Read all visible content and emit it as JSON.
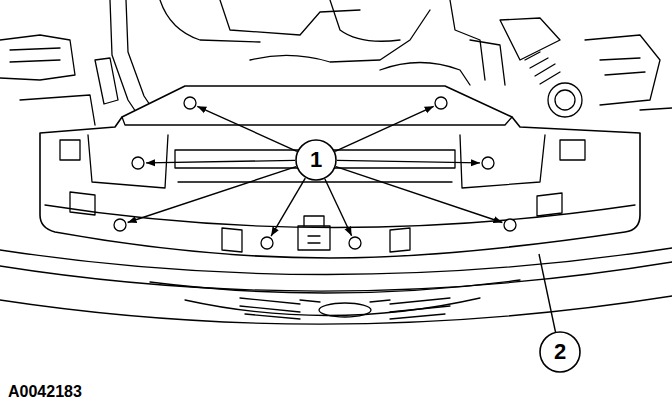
{
  "diagram": {
    "labels": [
      "1",
      "2",
      "A0042183"
    ]
  }
}
